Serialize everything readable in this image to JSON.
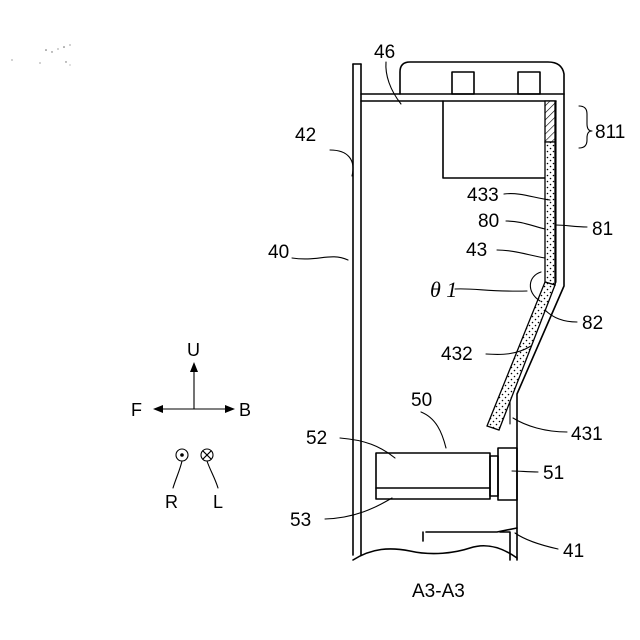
{
  "figure": {
    "section_label": "A3-A3",
    "ref_numerals": {
      "n40": "40",
      "n41": "41",
      "n42": "42",
      "n43": "43",
      "n46": "46",
      "n50": "50",
      "n51": "51",
      "n52": "52",
      "n53": "53",
      "n80": "80",
      "n81": "81",
      "n82": "82",
      "n811": "811",
      "n431": "431",
      "n432": "432",
      "n433": "433"
    },
    "angle_label": "θ 1",
    "directions": {
      "up": "U",
      "front": "F",
      "back": "B",
      "right": "R",
      "left": "L"
    }
  }
}
